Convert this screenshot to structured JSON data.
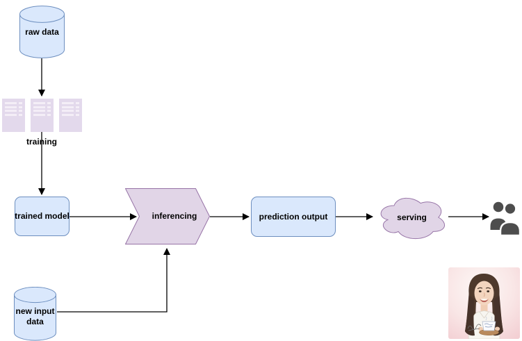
{
  "diagram": {
    "background": "#ffffff",
    "nodes": {
      "raw_data": {
        "label": "raw data",
        "shape": "cylinder"
      },
      "training": {
        "label": "training",
        "shape": "documents"
      },
      "trained_model": {
        "label": "trained model",
        "shape": "rounded-rectangle"
      },
      "inferencing": {
        "label": "inferencing",
        "shape": "step-arrow"
      },
      "prediction_output": {
        "label": "prediction output",
        "shape": "rounded-rectangle"
      },
      "serving": {
        "label": "serving",
        "shape": "cloud"
      },
      "new_input_data": {
        "label": "new input data",
        "shape": "cylinder"
      },
      "users": {
        "icon": "users-icon"
      },
      "avatar": {
        "icon": "avatar-illustration"
      }
    },
    "edges": [
      {
        "from": "raw_data",
        "to": "training"
      },
      {
        "from": "training",
        "to": "trained_model"
      },
      {
        "from": "trained_model",
        "to": "inferencing"
      },
      {
        "from": "inferencing",
        "to": "prediction_output"
      },
      {
        "from": "prediction_output",
        "to": "serving"
      },
      {
        "from": "serving",
        "to": "users"
      },
      {
        "from": "new_input_data",
        "to": "inferencing"
      }
    ],
    "colors": {
      "blue_fill": "#dae8fc",
      "blue_stroke": "#6c8ebf",
      "purple_fill": "#e1d5e7",
      "purple_stroke": "#9673a6",
      "document_fill": "#e3d9ec",
      "document_lines": "#f4eef7",
      "connector": "#000000",
      "users_icon": "#4d4d4d",
      "label_text": "#000000"
    }
  }
}
